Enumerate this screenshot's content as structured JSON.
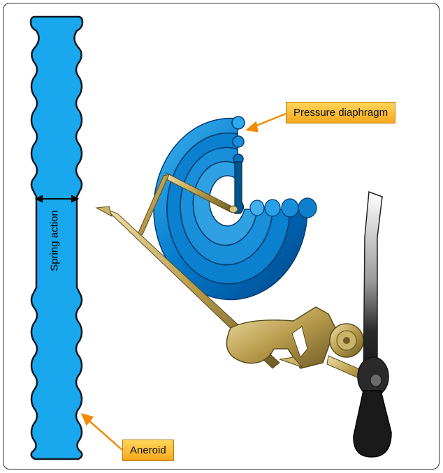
{
  "labels": {
    "pressure_diaphragm": "Pressure diaphragm",
    "aneroid": "Aneroid",
    "spring_action": "Spring action"
  },
  "colors": {
    "diaphragm_blue": "#0077c8",
    "aneroid_blue": "#19a8ee",
    "linkage_brass": "#b89c4c",
    "callout_orange": "#f6a81c"
  }
}
